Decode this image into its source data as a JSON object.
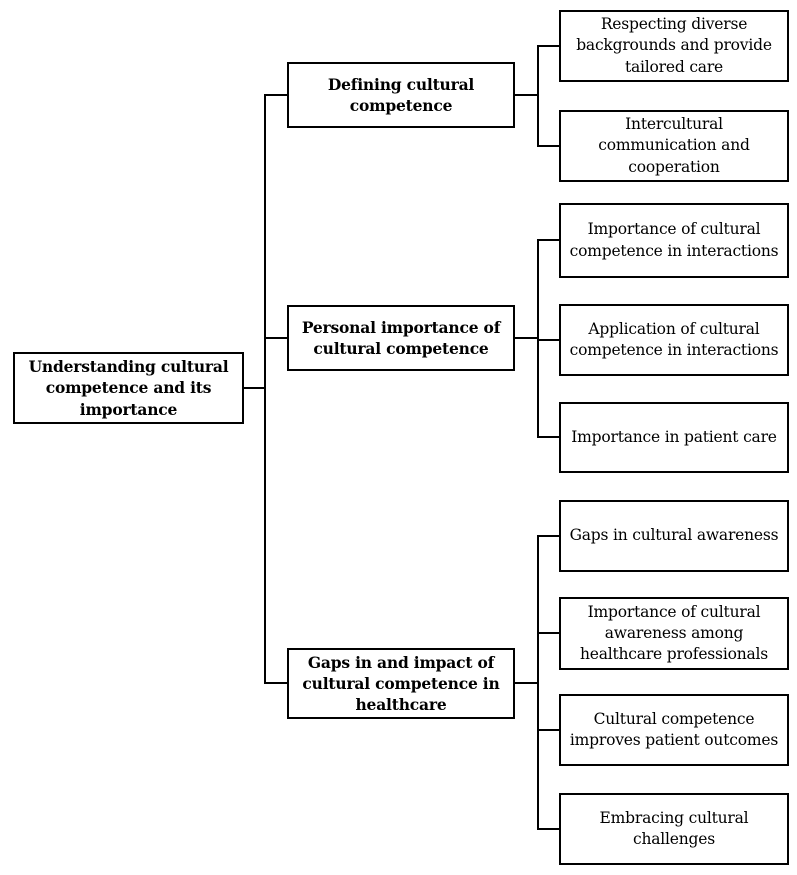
{
  "diagram": {
    "colors": {
      "border": "#000000",
      "background": "#ffffff",
      "text": "#000000"
    },
    "root": {
      "label": "Understanding cultural competence and its importance"
    },
    "branches": [
      {
        "label": "Defining cultural competence",
        "children": [
          {
            "label": "Respecting diverse backgrounds and provide tailored care"
          },
          {
            "label": "Intercultural communication and cooperation"
          }
        ]
      },
      {
        "label": "Personal importance of cultural competence",
        "children": [
          {
            "label": "Importance of cultural competence in interactions"
          },
          {
            "label": "Application of cultural competence in interactions"
          },
          {
            "label": "Importance in patient care"
          }
        ]
      },
      {
        "label": "Gaps in and impact of cultural competence in healthcare",
        "children": [
          {
            "label": "Gaps in cultural awareness"
          },
          {
            "label": "Importance of cultural awareness among healthcare professionals"
          },
          {
            "label": "Cultural competence improves patient outcomes"
          },
          {
            "label": "Embracing cultural challenges"
          }
        ]
      }
    ]
  }
}
